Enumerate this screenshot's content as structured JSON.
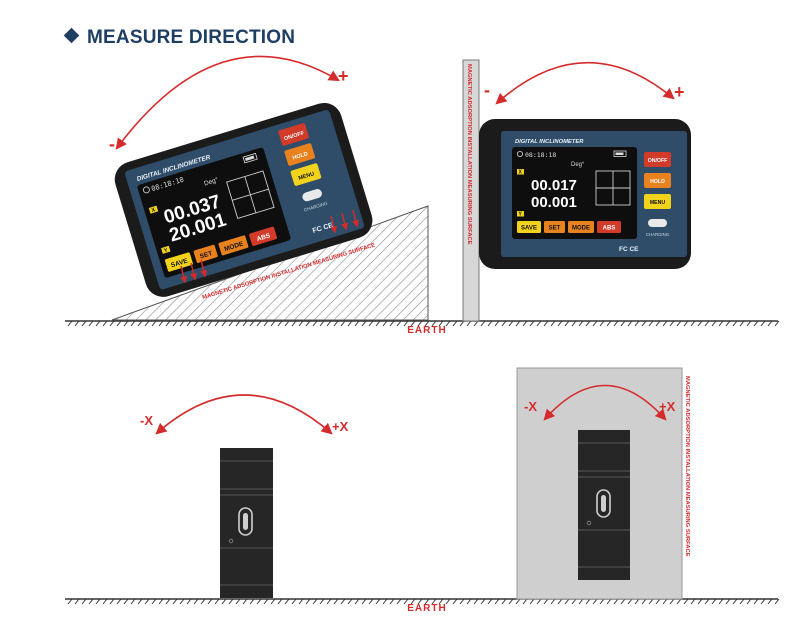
{
  "heading": "MEASURE DIRECTION",
  "earth_label": "EARTH",
  "surface_label": "MAGNETIC ADSORPTION INSTALLATION MEASURING SURFACE",
  "device_tilted": {
    "brand": "DIGITAL INCLINOMETER",
    "time": "08:18:18",
    "unit": "Deg°",
    "reading_1": "00.037",
    "reading_2": "20.001",
    "axis_x": "X",
    "axis_y": "Y",
    "buttons": [
      "SAVE",
      "SET",
      "MODE",
      "ABS"
    ],
    "side_buttons": [
      "ON/OFF",
      "HOLD",
      "MENU"
    ],
    "charging": "CHARGING",
    "certification": "FC CE",
    "minus": "-",
    "plus": "+"
  },
  "device_vertical": {
    "brand": "DIGITAL INCLINOMETER",
    "time": "08:18:18",
    "unit": "Deg°",
    "reading_1": "00.017",
    "reading_2": "00.001",
    "axis_x": "X",
    "axis_y": "Y",
    "buttons": [
      "SAVE",
      "SET",
      "MODE",
      "ABS"
    ],
    "side_buttons": [
      "ON/OFF",
      "HOLD",
      "MENU"
    ],
    "charging": "CHARGING",
    "certification": "FC CE",
    "minus": "-",
    "plus": "+"
  },
  "side_view_left": {
    "minus": "-X",
    "plus": "+X"
  },
  "side_view_right": {
    "minus": "-X",
    "plus": "+X"
  },
  "colors": {
    "heading": "#1e3f63",
    "arrow": "#d62b2b",
    "panel": "#2f4d69",
    "red_button": "#d23a2a",
    "orange_button": "#e8821e",
    "yellow_button": "#f2d31c"
  }
}
